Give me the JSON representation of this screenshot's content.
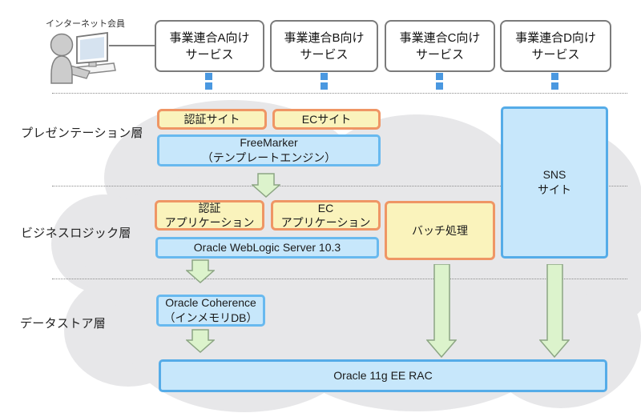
{
  "actor": {
    "label": "インターネット会員"
  },
  "services": [
    {
      "label": "事業連合A向け\nサービス"
    },
    {
      "label": "事業連合B向け\nサービス"
    },
    {
      "label": "事業連合C向け\nサービス"
    },
    {
      "label": "事業連合D向け\nサービス"
    }
  ],
  "layers": [
    "プレゼンテーション層",
    "ビジネスロジック層",
    "データストア層"
  ],
  "presentation": {
    "auth_site": "認証サイト",
    "ec_site": "ECサイト",
    "freemarker": "FreeMarker\n（テンプレートエンジン）"
  },
  "business": {
    "auth_app": "認証\nアプリケーション",
    "ec_app": "EC\nアプリケーション",
    "weblogic": "Oracle WebLogic Server 10.3",
    "batch": "バッチ処理",
    "sns": "SNS\nサイト"
  },
  "datastore": {
    "coherence": "Oracle Coherence\n（インメモリDB）",
    "rac": "Oracle 11g EE RAC"
  },
  "colors": {
    "cloud": "#e7e7e9",
    "service_border": "#7b7b7b",
    "yellow_fill": "#faf3bc",
    "yellow_border": "#ef9665",
    "blue_fill": "#c7e7fb",
    "blue_border": "#68b9ef",
    "sns_border": "#55ace8",
    "arrow_fill": "#dcf3cc",
    "arrow_stroke": "#8ca583",
    "connector_blue": "#4a98e0",
    "dotted_line": "#8a8a8a"
  }
}
